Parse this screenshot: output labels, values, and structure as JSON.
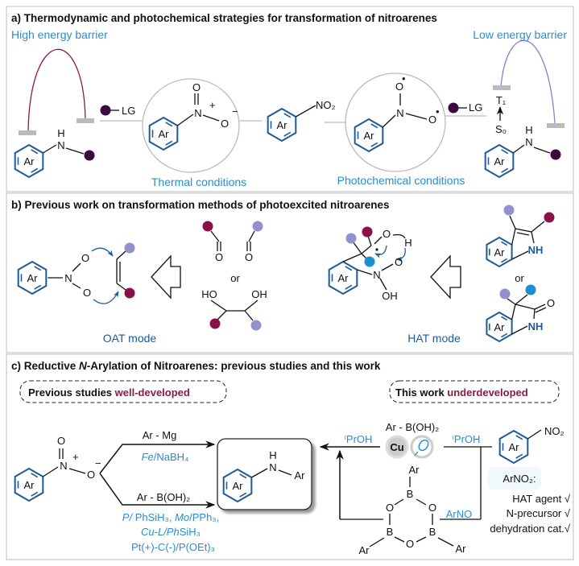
{
  "colors": {
    "ring": "#1f5a96",
    "label_blue": "#2a8dd0",
    "dark_dot": "#3d0a3f",
    "red_dot": "#8b1048",
    "light_dot": "#9390cf",
    "cyan_dot": "#1b8fcf",
    "maroon": "#8a1a4b",
    "high_barrier": "#8b1a4a",
    "low_barrier": "#8a80c8"
  },
  "labels": {
    "ar": "Ar"
  },
  "panel_a": {
    "title": "a) Thermodynamic and photochemical strategies for transformation of nitroarenes",
    "high_barrier": "High energy barrier",
    "low_barrier": "Low energy barrier",
    "thermal": "Thermal conditions",
    "photochemical": "Photochemical conditions",
    "lg": "LG",
    "n": "N",
    "h": "H",
    "o": "O",
    "plus": "+",
    "minus": "−",
    "radical": "•",
    "no2": "NO₂",
    "t1": "T₁",
    "s0": "S₀"
  },
  "panel_b": {
    "title": "b) Previous work on  transformation methods of photoexcited nitroarenes",
    "oat_mode": "OAT mode",
    "hat_mode": "HAT mode",
    "or": "or",
    "ho": "HO",
    "oh": "OH",
    "nh": "NH",
    "o": "O",
    "n": "N",
    "h": "H"
  },
  "panel_c": {
    "title_pre": "c)  Reductive ",
    "title_it": "N",
    "title_post": "-Arylation of Nitroarenes: previous studies and this work",
    "prev_label": "Previous studies ",
    "prev_tag": "well-developed",
    "this_label": "This work ",
    "this_tag": "underdeveloped",
    "ar_mg": "Ar - Mg",
    "fe_it": "Fe",
    "fe_rest": "/NaBH₄",
    "ar_boh2": "Ar - B(OH)₂",
    "cond1_a": "P/",
    "cond1_b": " PhSiH₃, ",
    "cond1_c": "Mo",
    "cond1_d": "/PPh₃,",
    "cond2_a": "Cu-L/Ph",
    "cond2_b": "SiH₃",
    "cond3": "Pt(+)-C(-)/P(OEt)₃",
    "nh": "N",
    "h": "H",
    "iproh": "ⁱPrOH",
    "cu": "Cu",
    "arno": "ArNO",
    "b": "B",
    "o": "O",
    "arno2_label": "ArNO₂:",
    "roles": [
      "HAT agent √",
      "N-precursor √",
      "dehydration cat.√"
    ],
    "no2": "NO₂"
  }
}
